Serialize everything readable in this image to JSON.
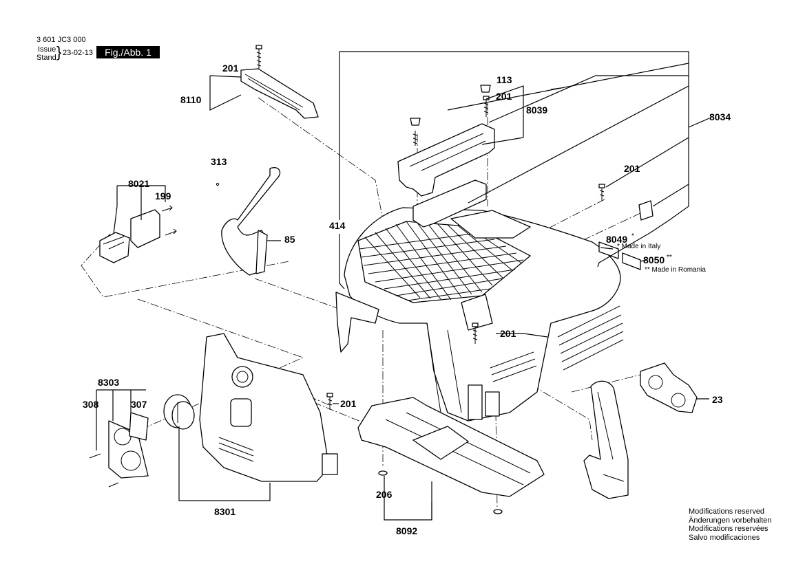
{
  "header": {
    "doc_number": "3 601 JC3 000",
    "issue_label": "Issue",
    "stand_label": "Stand",
    "date": "23-02-13",
    "figure_label": "Fig./Abb. 1"
  },
  "notes": {
    "line1": "Modifications reserved",
    "line2": "Änderungen vorbehalten",
    "line3": "Modifications reservées",
    "line4": "Salvo modificaciones"
  },
  "footnotes": {
    "italy": "* Made in Italy",
    "romania": "** Made in Romania"
  },
  "callouts": {
    "c201_top": "201",
    "c8110": "8110",
    "c113": "113",
    "c201_handle": "201",
    "c8039": "8039",
    "c8034": "8034",
    "c313": "313",
    "c8021": "8021",
    "c199": "199",
    "c201_right": "201",
    "c414": "414",
    "c85": "85",
    "c8049": "8049",
    "c8049_mark": "*",
    "c8050": "8050",
    "c8050_mark": "**",
    "c201_mid": "201",
    "c8303": "8303",
    "c308": "308",
    "c307": "307",
    "c201_front": "201",
    "c23": "23",
    "c206": "206",
    "c8301": "8301",
    "c8092": "8092"
  }
}
